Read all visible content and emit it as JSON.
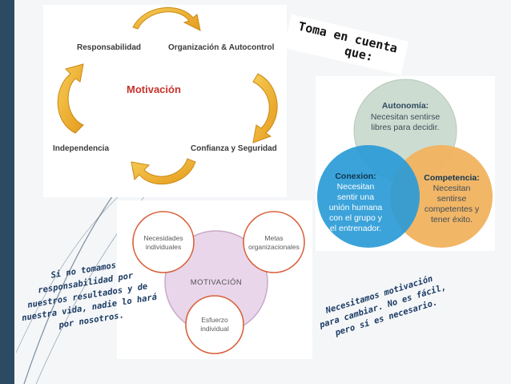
{
  "cycle": {
    "center": "Motivación",
    "nodes": {
      "top_left": "Responsabilidad",
      "top_right": "Organización & Autocontrol",
      "bottom_left": "Independencia",
      "bottom_right": "Confianza y Seguridad"
    },
    "arrow_color": "#f0b12c"
  },
  "venn": {
    "top": {
      "title": "Autonomía:",
      "lines": [
        "Necesitan sentirse",
        "libres para decidir."
      ]
    },
    "left": {
      "title": "Conexion:",
      "lines": [
        "Necesitan",
        "sentir una",
        "unión humana",
        "con el grupo y",
        "el entrenador."
      ]
    },
    "right": {
      "title": "Competencia:",
      "lines": [
        "Necesitan",
        "sentirse",
        "competentes y",
        "tener éxito."
      ]
    },
    "colors": {
      "top": "#c9d9ce",
      "left": "#2a9bd7",
      "right": "#f1b25f"
    }
  },
  "motivation_diagram": {
    "center": "MOTIVACIÓN",
    "nodes": {
      "left": [
        "Necesidades",
        "individuales"
      ],
      "right": [
        "Metas",
        "organizacionales"
      ],
      "bottom": [
        "Esfuerzo",
        "individual"
      ]
    }
  },
  "notes": {
    "toma": [
      "Toma en cuenta",
      "que:"
    ],
    "left": [
      "Si no tomamos",
      "responsabilidad por",
      "nuestros resultados y de",
      "nuestra vida, nadie lo hará",
      "por nosotros."
    ],
    "right": [
      "Necesitamos motivación",
      "para cambiar. No es fácil,",
      "pero sí es necesario."
    ]
  }
}
